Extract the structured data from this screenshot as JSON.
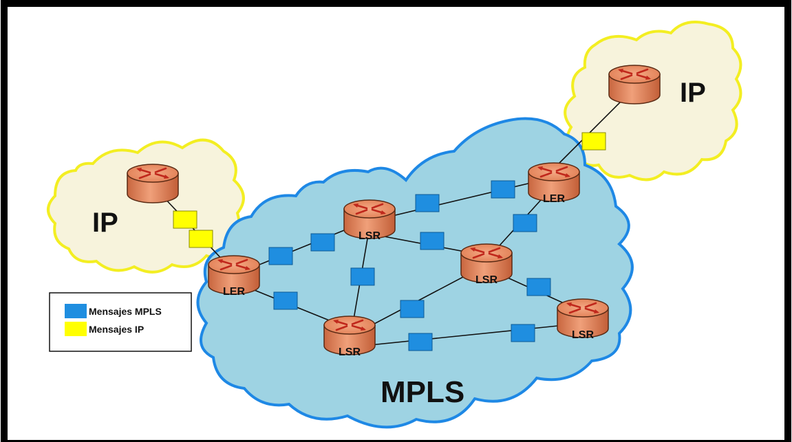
{
  "clouds": {
    "ip_left_label": "IP",
    "ip_right_label": "IP",
    "mpls_label": "MPLS"
  },
  "routers": {
    "ler_left": "LER",
    "lsr_top": "LSR",
    "ler_right": "LER",
    "lsr_middle": "LSR",
    "lsr_bottom": "LSR",
    "lsr_far_right": "LSR"
  },
  "legend": {
    "mpls_label": "Mensajes MPLS",
    "ip_label": "Mensajes IP"
  },
  "colors": {
    "mpls_message": "#1f8ee0",
    "ip_message": "#ffff00",
    "mpls_cloud": "#9ed3e3",
    "mpls_cloud_stroke": "#1e88e5",
    "ip_cloud": "#f7f3dc",
    "ip_cloud_stroke": "#f3ee22",
    "router_body": "#e3835a",
    "router_arrows": "#c0281c"
  }
}
